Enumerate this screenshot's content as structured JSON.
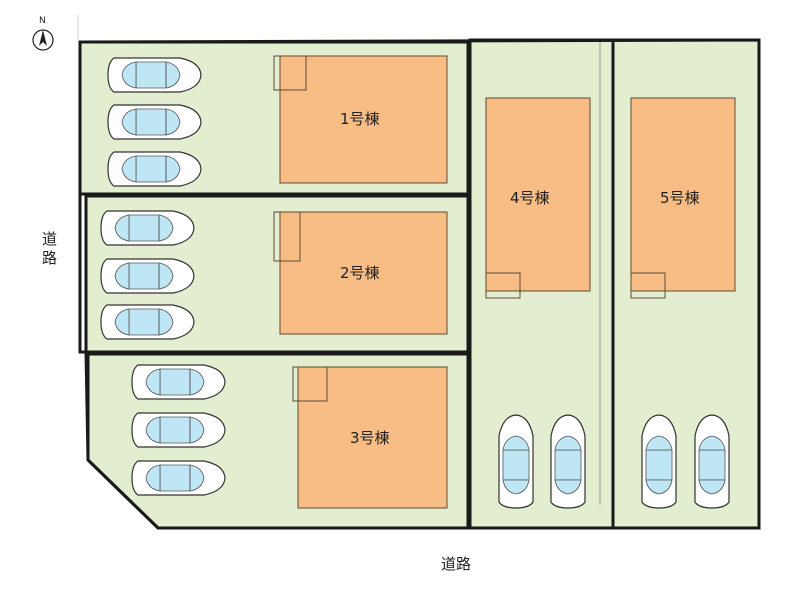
{
  "compass": {
    "label": "N"
  },
  "roads": {
    "west_label_1": "道",
    "west_label_2": "路",
    "south_label": "道路"
  },
  "colors": {
    "lot_fill": "#e3edcf",
    "building_fill": "#f7bd84",
    "building_stroke": "#5c4a33",
    "boundary": "#1a1a1a",
    "car_glass": "#bfe6f5"
  },
  "buildings": [
    {
      "id": "1",
      "label": "1号棟",
      "parking_spaces": 3
    },
    {
      "id": "2",
      "label": "2号棟",
      "parking_spaces": 3
    },
    {
      "id": "3",
      "label": "3号棟",
      "parking_spaces": 3
    },
    {
      "id": "4",
      "label": "4号棟",
      "parking_spaces": 2
    },
    {
      "id": "5",
      "label": "5号棟",
      "parking_spaces": 2
    }
  ]
}
